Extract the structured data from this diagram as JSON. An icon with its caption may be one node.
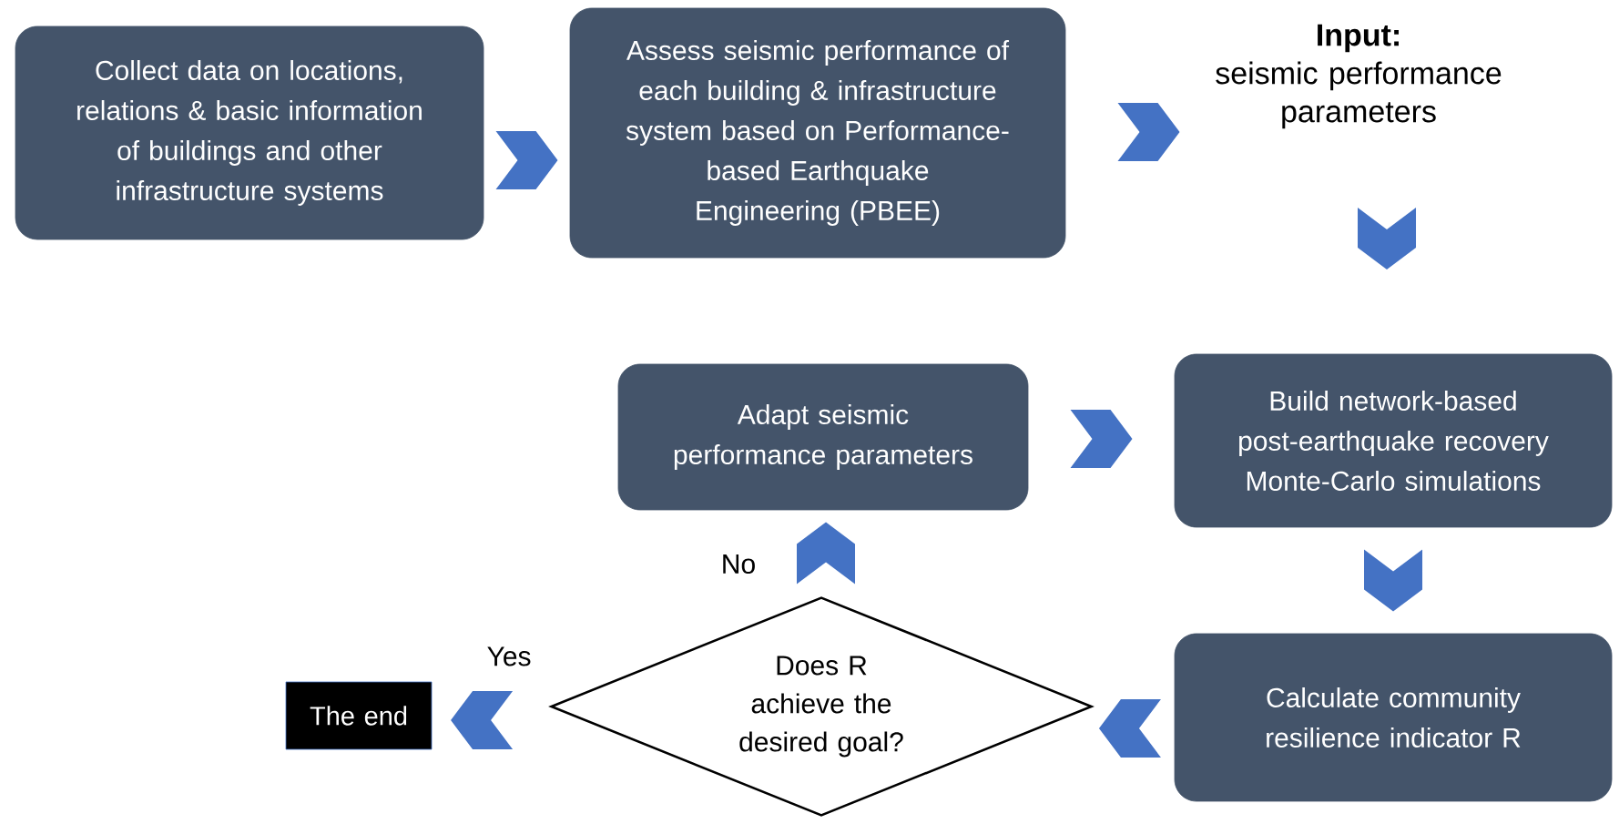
{
  "diagram": {
    "nodes": [
      {
        "text": [
          "Collect data on locations, relations & basic information of buildings and other infrastructure systems"
        ]
      },
      {
        "text": [
          "Assess seismic performance of each building & infrastructure system based on Performance-based Earthquake Engineering (PBEE)"
        ]
      },
      {
        "text": [
          "Input:",
          "seismic performance parameters"
        ]
      },
      {
        "text": [
          "Build network-based post-earthquake recovery Monte-Carlo simulations"
        ]
      },
      {
        "text": [
          "Calculate community resilience indicator R"
        ]
      },
      {
        "text": [
          "Does R achieve the desired goal?"
        ]
      },
      {
        "text": [
          "Adapt seismic performance parameters"
        ]
      },
      {
        "text": [
          "The end"
        ]
      }
    ],
    "edges": [
      {
        "from": 0,
        "to": 1,
        "arrow": "to"
      },
      {
        "from": 1,
        "to": 2,
        "arrow": "to"
      },
      {
        "from": 2,
        "to": 3,
        "arrow": "to"
      },
      {
        "from": 3,
        "to": 4,
        "arrow": "to"
      },
      {
        "from": 4,
        "to": 5,
        "arrow": "to"
      },
      {
        "from": 5,
        "to": 6,
        "arrow": "to",
        "label": "No"
      },
      {
        "from": 5,
        "to": 7,
        "arrow": "to",
        "label": "Yes"
      },
      {
        "from": 6,
        "to": 3,
        "arrow": "to"
      }
    ]
  }
}
